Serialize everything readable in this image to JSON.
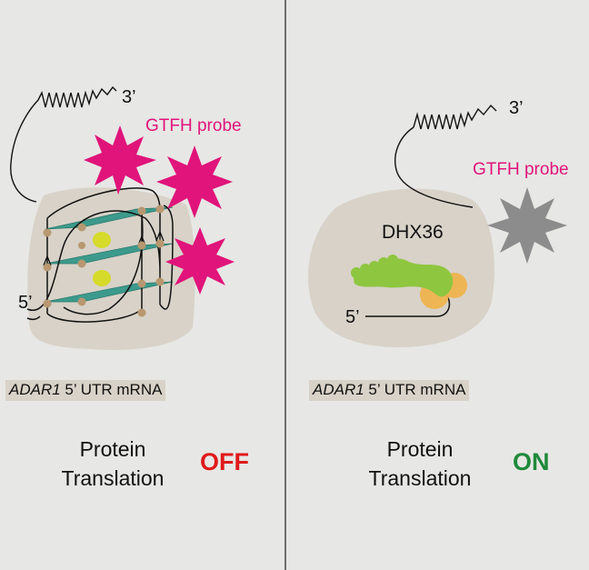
{
  "left_panel": {
    "three_prime": "3’",
    "five_prime": "5’",
    "probe_label": "GTFH probe",
    "caption_gene": "ADAR1",
    "caption_rest": " 5’ UTR mRNA",
    "translation_line1": "Protein",
    "translation_line2": "Translation",
    "state": "OFF"
  },
  "right_panel": {
    "three_prime": "3’",
    "five_prime": "5’",
    "probe_label": "GTFH probe",
    "helicase_label": "DHX36",
    "caption_gene": "ADAR1",
    "caption_rest": " 5’ UTR mRNA",
    "translation_line1": "Protein",
    "translation_line2": "Translation",
    "state": "ON"
  },
  "colors": {
    "background": "#e7e7e5",
    "blob": "#d8d2c8",
    "quartet_plane": "#3c9a8c",
    "guanine_bead": "#b89870",
    "cation": "#d6da2a",
    "probe_active": "#e0147a",
    "probe_inactive": "#8c8c8c",
    "helicase": "#8ec63f",
    "helicase_domain": "#f0b24a",
    "state_off": "#e01a1a",
    "state_on": "#1f8a3a",
    "divider": "#444444"
  }
}
